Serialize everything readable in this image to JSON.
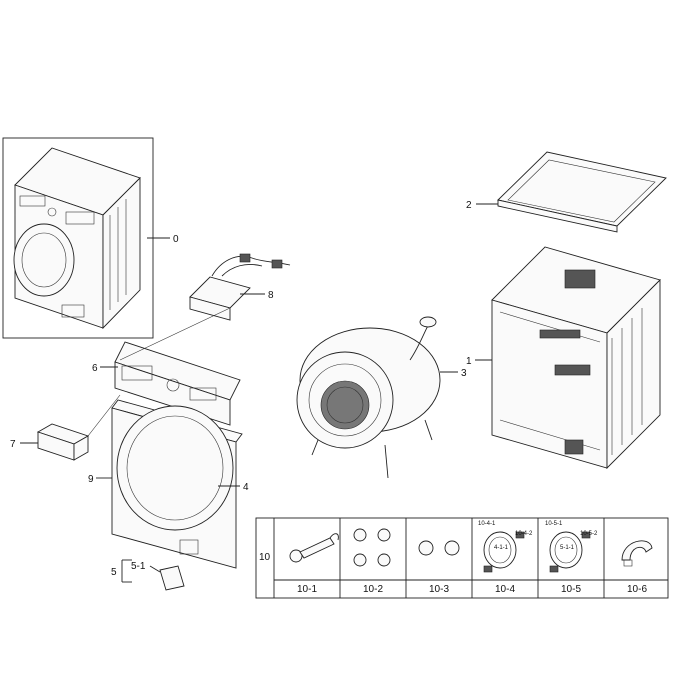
{
  "callouts": {
    "c0": "0",
    "c1": "1",
    "c2": "2",
    "c3": "3",
    "c4": "4",
    "c5": "5",
    "c5_1": "5-1",
    "c6": "6",
    "c7": "7",
    "c8": "8",
    "c9": "9"
  },
  "accessory_table": {
    "group": "10",
    "cells": [
      "10-1",
      "10-2",
      "10-3",
      "10-4",
      "10-5",
      "10-6"
    ],
    "sub_labels": {
      "a": "10-4-1",
      "b": "10-4-2",
      "c": "4-1-1",
      "d": "10-5-1",
      "e": "10-5-2",
      "f": "5-1-1"
    }
  },
  "icons": [
    "washer-assembly-drawing",
    "wrench-icon",
    "cap-set-icon",
    "hose-icon",
    "hose-bracket-icon"
  ]
}
